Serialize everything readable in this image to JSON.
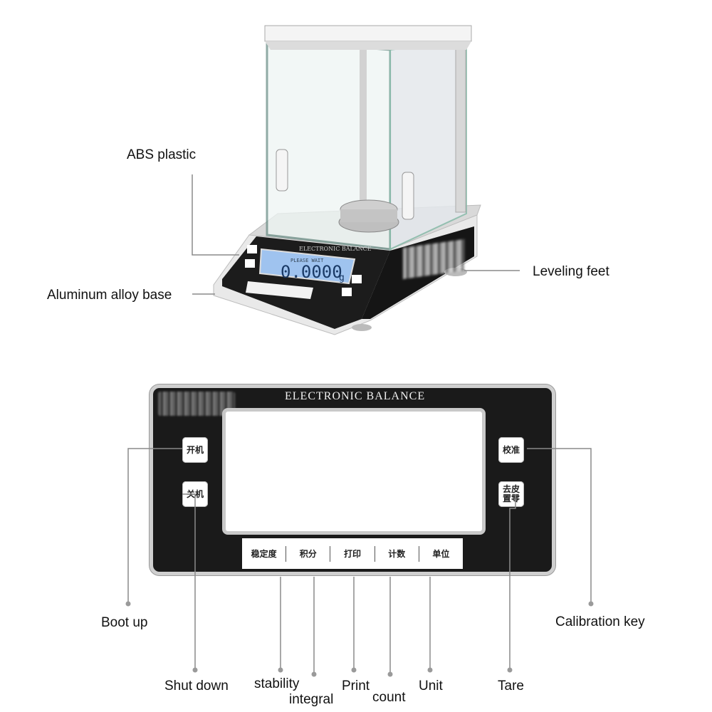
{
  "top_labels": {
    "abs_plastic": "ABS plastic",
    "leveling_feet": "Leveling feet",
    "aluminum_base": "Aluminum alloy base"
  },
  "device": {
    "panel_title": "ELECTRONIC BALANCE",
    "lcd_status": "PLEASE WAIT",
    "lcd_reading": "0.0000",
    "lcd_unit": "g"
  },
  "keys": {
    "boot": "开机",
    "shutdown": "关机",
    "calibrate": "校准",
    "tare_line1": "去皮",
    "tare_line2": "置零"
  },
  "function_strip": [
    "稳定度",
    "积分",
    "打印",
    "计数",
    "单位"
  ],
  "bottom_labels": {
    "boot_up": "Boot up",
    "shut_down": "Shut down",
    "stability": "stability",
    "integral": "integral",
    "print": "Print",
    "count": "count",
    "unit": "Unit",
    "tare": "Tare",
    "calibration_key": "Calibration key"
  },
  "colors": {
    "panel_bg": "#1a1a1a",
    "lcd_bg": "#9fc3ef",
    "leader_line": "#8a8a8a"
  }
}
